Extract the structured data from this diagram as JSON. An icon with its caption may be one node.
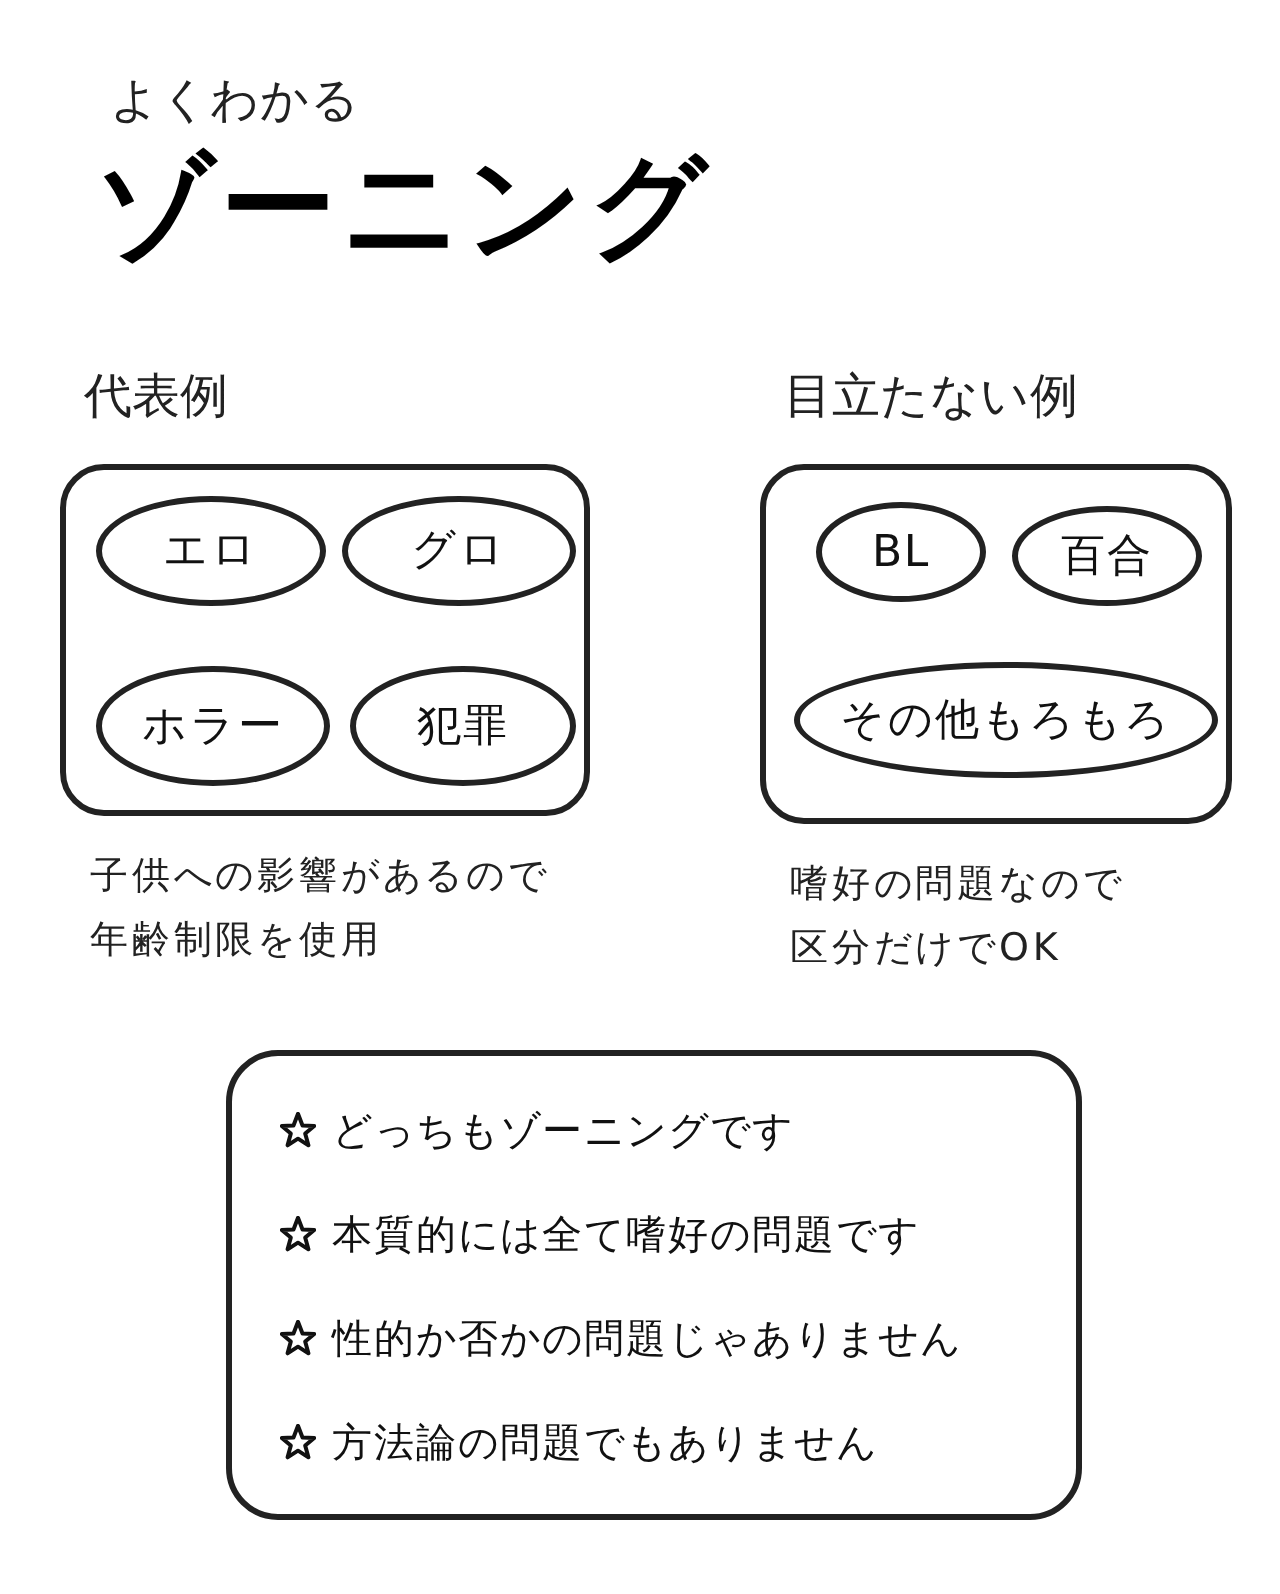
{
  "diagram": {
    "title": "ゾーニング",
    "nodes": [
      {
        "text": [
          "代表例"
        ],
        "beside": [
          "子供への影響があるので年齢制限を使用"
        ]
      },
      {
        "text": [
          "エロ"
        ],
        "in": 0
      },
      {
        "text": [
          "グロ"
        ],
        "in": 0
      },
      {
        "text": [
          "ホラー"
        ],
        "in": 0
      },
      {
        "text": [
          "犯罪"
        ],
        "in": 0
      },
      {
        "text": [
          "目立たない例"
        ],
        "beside": [
          "嗜好の問題なので区分だけでOK"
        ]
      },
      {
        "text": [
          "BL"
        ],
        "in": 5
      },
      {
        "text": [
          "百合"
        ],
        "in": 5
      },
      {
        "text": [
          "その他もろもろ"
        ],
        "in": 5
      },
      {
        "text": [
          "どっちもゾーニングです",
          "本質的には全て嗜好の問題です",
          "性的か否かの問題じゃありません",
          "方法論の問題でもありません"
        ]
      }
    ],
    "labels": [
      "よくわかる"
    ]
  }
}
